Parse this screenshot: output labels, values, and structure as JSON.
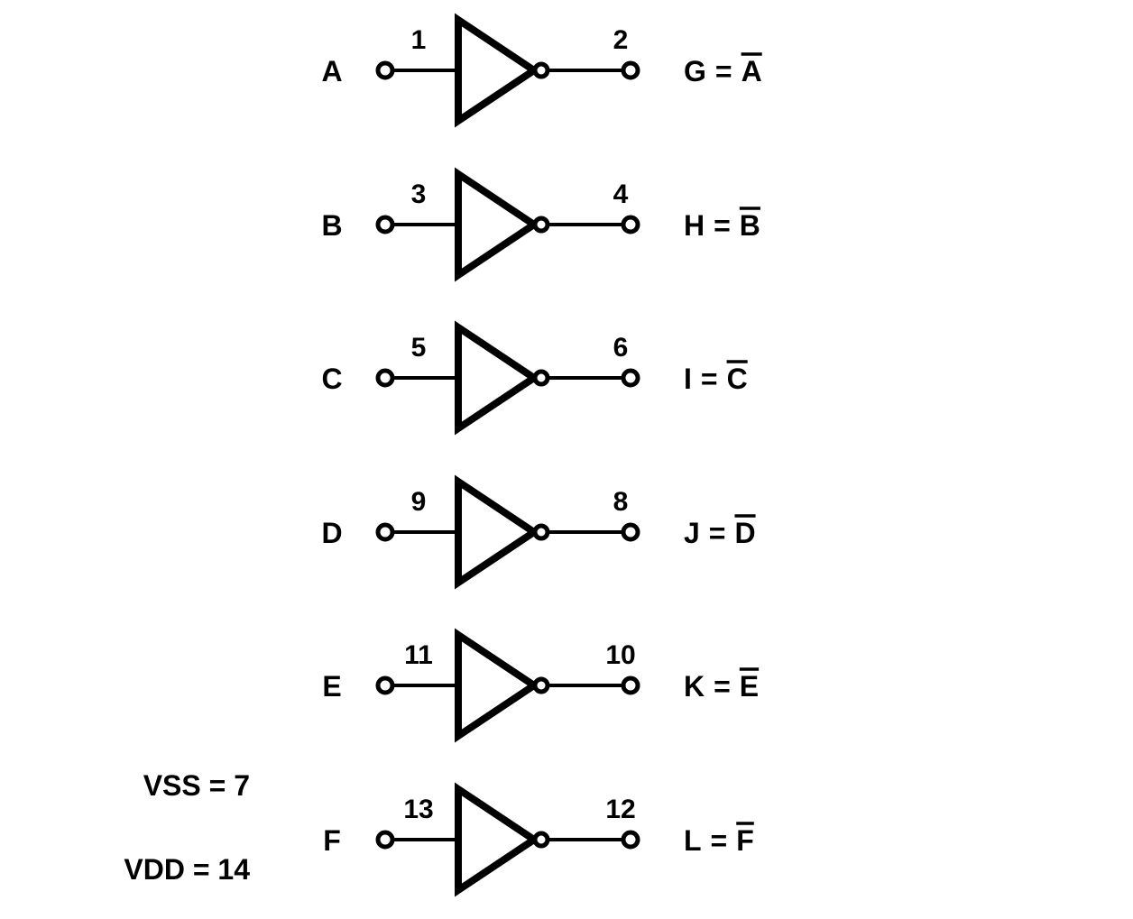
{
  "gates": [
    {
      "input_label": "A",
      "input_pin": "1",
      "output_pin": "2",
      "output_name": "G",
      "equals": "=",
      "output_expr": "A"
    },
    {
      "input_label": "B",
      "input_pin": "3",
      "output_pin": "4",
      "output_name": "H",
      "equals": "=",
      "output_expr": "B"
    },
    {
      "input_label": "C",
      "input_pin": "5",
      "output_pin": "6",
      "output_name": "I",
      "equals": "=",
      "output_expr": "C"
    },
    {
      "input_label": "D",
      "input_pin": "9",
      "output_pin": "8",
      "output_name": "J",
      "equals": "=",
      "output_expr": "D"
    },
    {
      "input_label": "E",
      "input_pin": "11",
      "output_pin": "10",
      "output_name": "K",
      "equals": "=",
      "output_expr": "E"
    },
    {
      "input_label": "F",
      "input_pin": "13",
      "output_pin": "12",
      "output_name": "L",
      "equals": "=",
      "output_expr": "F"
    }
  ],
  "power": {
    "vss": "VSS = 7",
    "vdd": "VDD = 14"
  },
  "colors": {
    "stroke": "#000000",
    "background": "#ffffff"
  }
}
